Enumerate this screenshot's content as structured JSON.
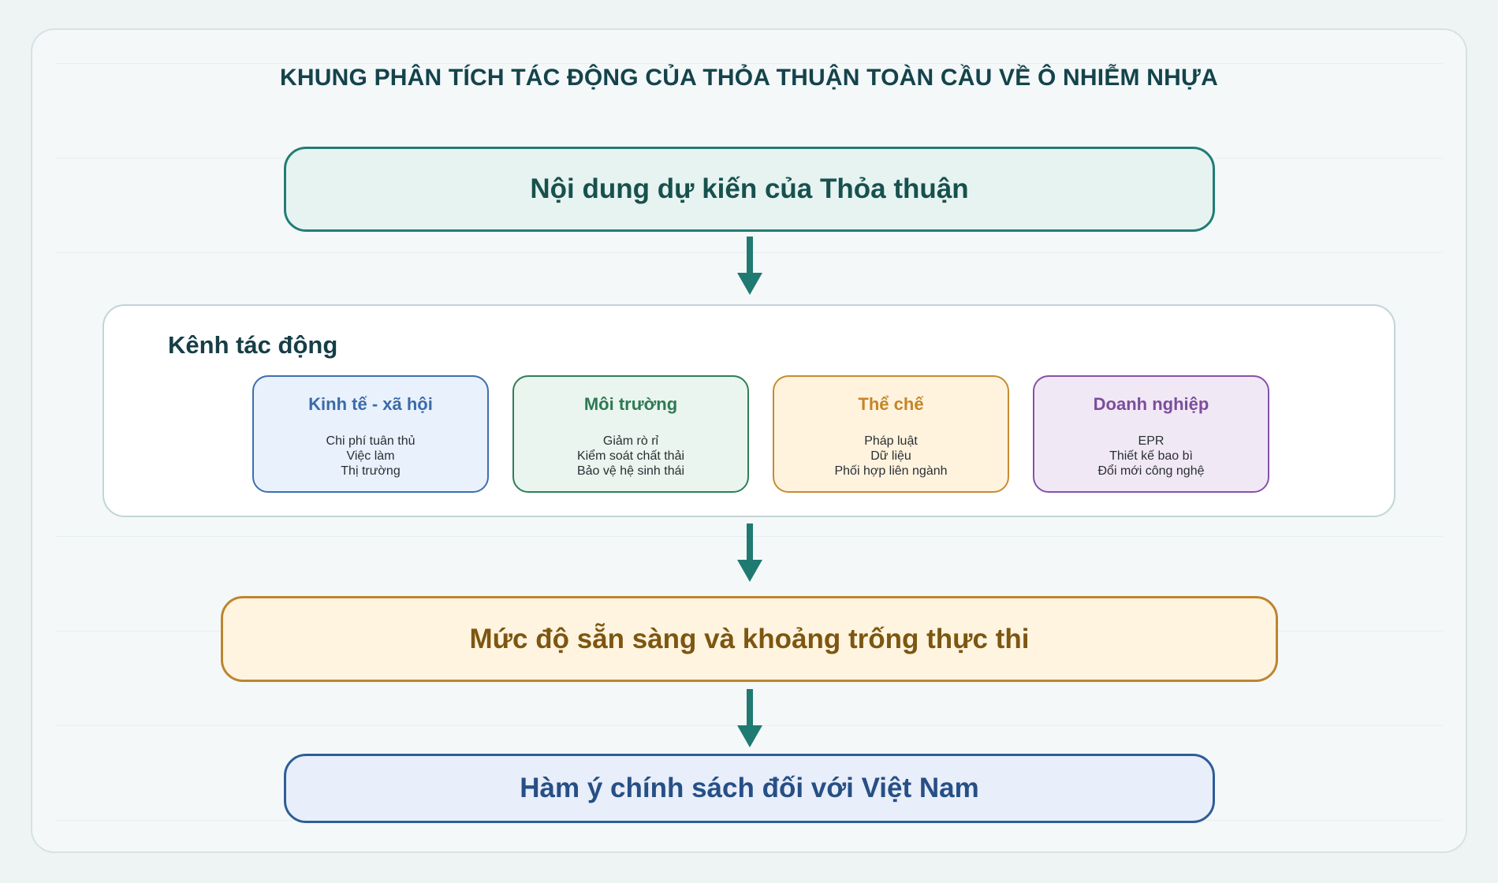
{
  "title": "KHUNG PHÂN TÍCH TÁC ĐỘNG CỦA THỎA THUẬN TOÀN CẦU VỀ Ô NHIỄM NHỰA",
  "stages": {
    "content": "Nội dung dự kiến của Thỏa thuận",
    "readiness": "Mức độ sẵn sàng và khoảng trống thực thi",
    "policy": "Hàm ý chính sách đối với Việt Nam"
  },
  "channels": {
    "heading": "Kênh tác động",
    "items": [
      {
        "title": "Kinh tế - xã hội",
        "lines": [
          "Chi phí tuân thủ",
          "Việc làm",
          "Thị trường"
        ],
        "color": "#3a6ba8"
      },
      {
        "title": "Môi trường",
        "lines": [
          "Giảm rò rỉ",
          "Kiểm soát chất thải",
          "Bảo vệ hệ sinh thái"
        ],
        "color": "#2e7a52"
      },
      {
        "title": "Thể chế",
        "lines": [
          "Pháp luật",
          "Dữ liệu",
          "Phối hợp liên ngành"
        ],
        "color": "#c58526"
      },
      {
        "title": "Doanh nghiệp",
        "lines": [
          "EPR",
          "Thiết kế bao bì",
          "Đổi mới công nghệ"
        ],
        "color": "#7b4d9b"
      }
    ]
  },
  "colors": {
    "arrow": "#1f7a72",
    "title": "#14434b"
  }
}
